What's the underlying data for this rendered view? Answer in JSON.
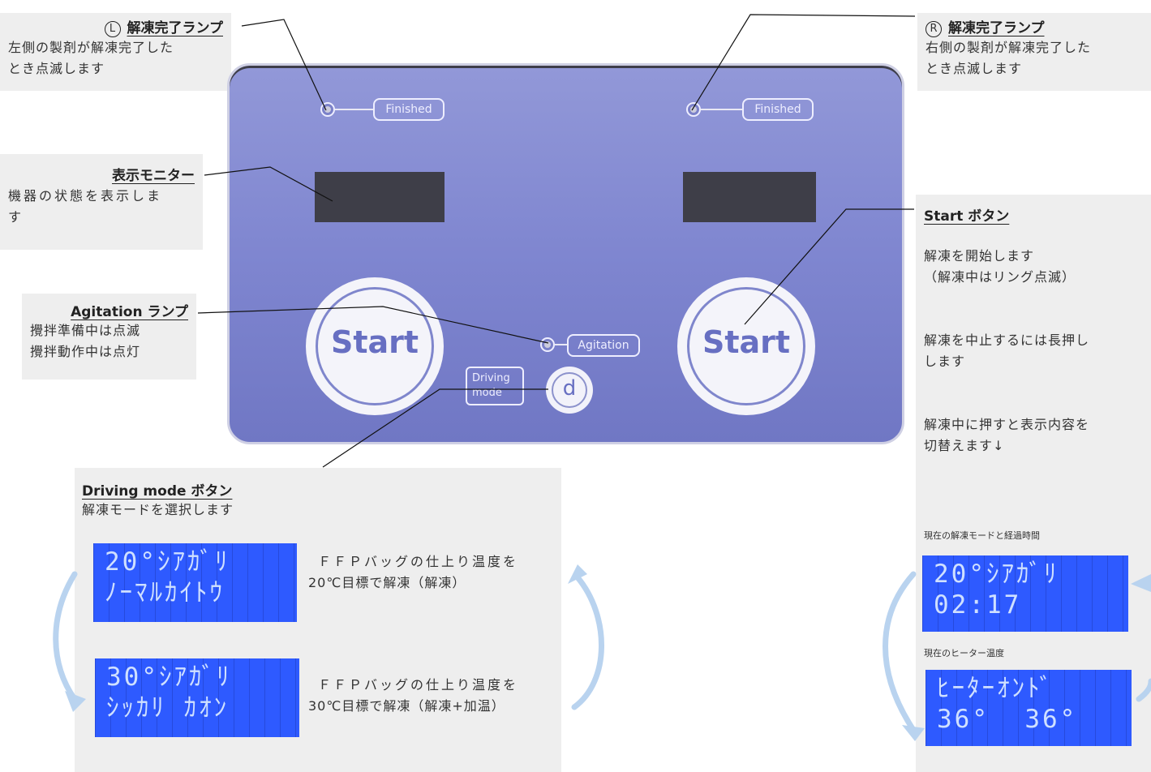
{
  "panel": {
    "finished_label_left": "Finished",
    "finished_label_right": "Finished",
    "start_label_left": "Start",
    "start_label_right": "Start",
    "agitation_label": "Agitation",
    "driving_label_1": "Driving",
    "driving_label_2": "mode",
    "d_label": "d"
  },
  "callouts": {
    "left_lamp": {
      "mark": "L",
      "title": "解凍完了ランプ",
      "line1": "左側の製剤が解凍完了した",
      "line2": "とき点滅します"
    },
    "right_lamp": {
      "mark": "R",
      "title": "解凍完了ランプ",
      "line1": "右側の製剤が解凍完了した",
      "line2": "とき点滅します"
    },
    "monitor": {
      "title": "表示モニター",
      "line1": "機器の状態を表示しま",
      "line2": "す"
    },
    "agitation": {
      "title": "Agitation ランプ",
      "line1": "攪拌準備中は点滅",
      "line2": "攪拌動作中は点灯"
    },
    "start": {
      "title": "Start ボタン",
      "p1_line1": "解凍を開始します",
      "p1_line2": "（解凍中はリング点滅）",
      "p2_line1": "解凍を中止するには長押し",
      "p2_line2": "します",
      "p3_line1": "解凍中に押すと表示内容を",
      "p3_line2": "切替えます↓",
      "caption1": "現在の解凍モードと経過時間",
      "caption2": "現在のヒーター温度",
      "lcd1_line1": "20°ｼｱｶﾞﾘ",
      "lcd1_line2": "02:17",
      "lcd2_line1": "ﾋｰﾀｰｵﾝﾄﾞ",
      "lcd2_line2": "36°  36°"
    },
    "driving": {
      "title": "Driving mode ボタン",
      "line1": "解凍モードを選択します",
      "mode1_lcd1": "20°ｼｱｶﾞﾘ",
      "mode1_lcd2": "ﾉｰﾏﾙｶｲﾄｳ",
      "mode1_text1": "ＦＦＰバッグの仕上り温度を",
      "mode1_text2": "20℃目標で解凍（解凍）",
      "mode2_lcd1": "30°ｼｱｶﾞﾘ",
      "mode2_lcd2": "ｼｯｶﾘ ｶｵﾝ",
      "mode2_text1": "ＦＦＰバッグの仕上り温度を",
      "mode2_text2": "30℃目標で解凍（解凍+加温）"
    }
  },
  "colors": {
    "panel": "#7f86d0",
    "lcd": "#2e5aff",
    "arrow": "#b9d3ef",
    "callout_bg": "#eeeeee"
  }
}
